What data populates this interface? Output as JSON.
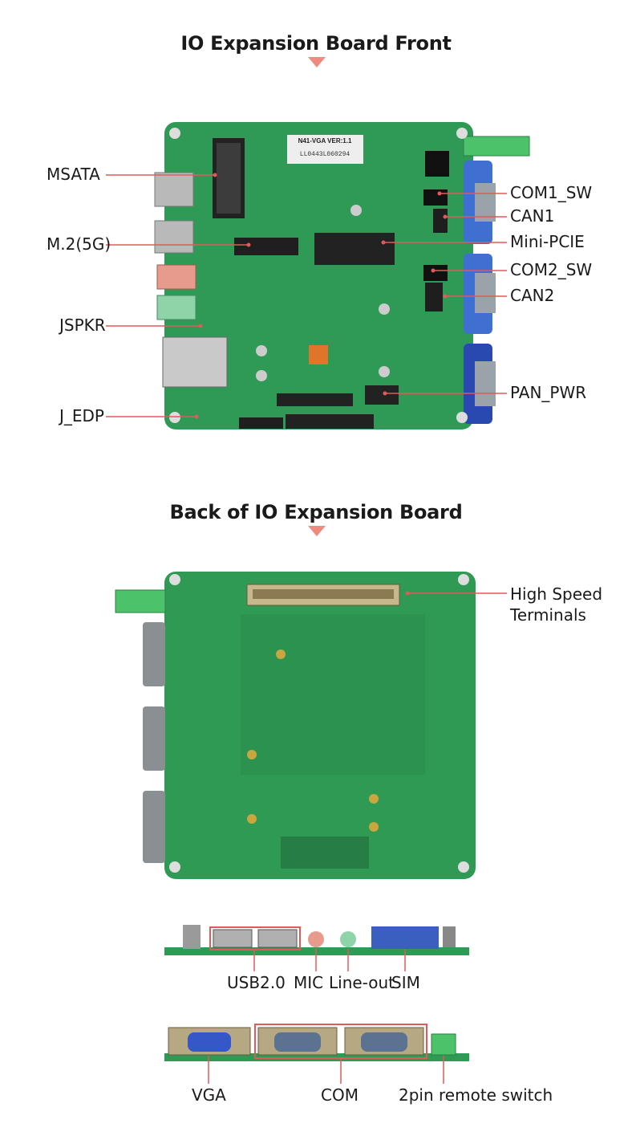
{
  "front": {
    "title": "IO Expansion Board Front",
    "silk_model": "N41-VGA VER:1.1",
    "silk_serial": "LL0443L060294",
    "labels_left": [
      "MSATA",
      "M.2(5G)",
      "JSPKR",
      "J_EDP"
    ],
    "labels_right": [
      "COM1_SW",
      "CAN1",
      "Mini-PCIE",
      "COM2_SW",
      "CAN2",
      "PAN_PWR"
    ]
  },
  "back": {
    "title": "Back of IO Expansion Board",
    "labels_right": [
      "High Speed Terminals"
    ]
  },
  "side_view_1": {
    "labels": [
      "USB2.0",
      "MIC",
      "Line-out",
      "SIM"
    ]
  },
  "side_view_2": {
    "labels": [
      "VGA",
      "COM",
      "2pin remote switch"
    ]
  },
  "colors": {
    "pcb": "#2f9a55",
    "pcb_dark": "#23804a",
    "accent_pointer": "#f08a80",
    "leader_line": "#e05a5a",
    "connector_blue": "#3a5fc0",
    "terminal_green": "#4cc36a"
  }
}
